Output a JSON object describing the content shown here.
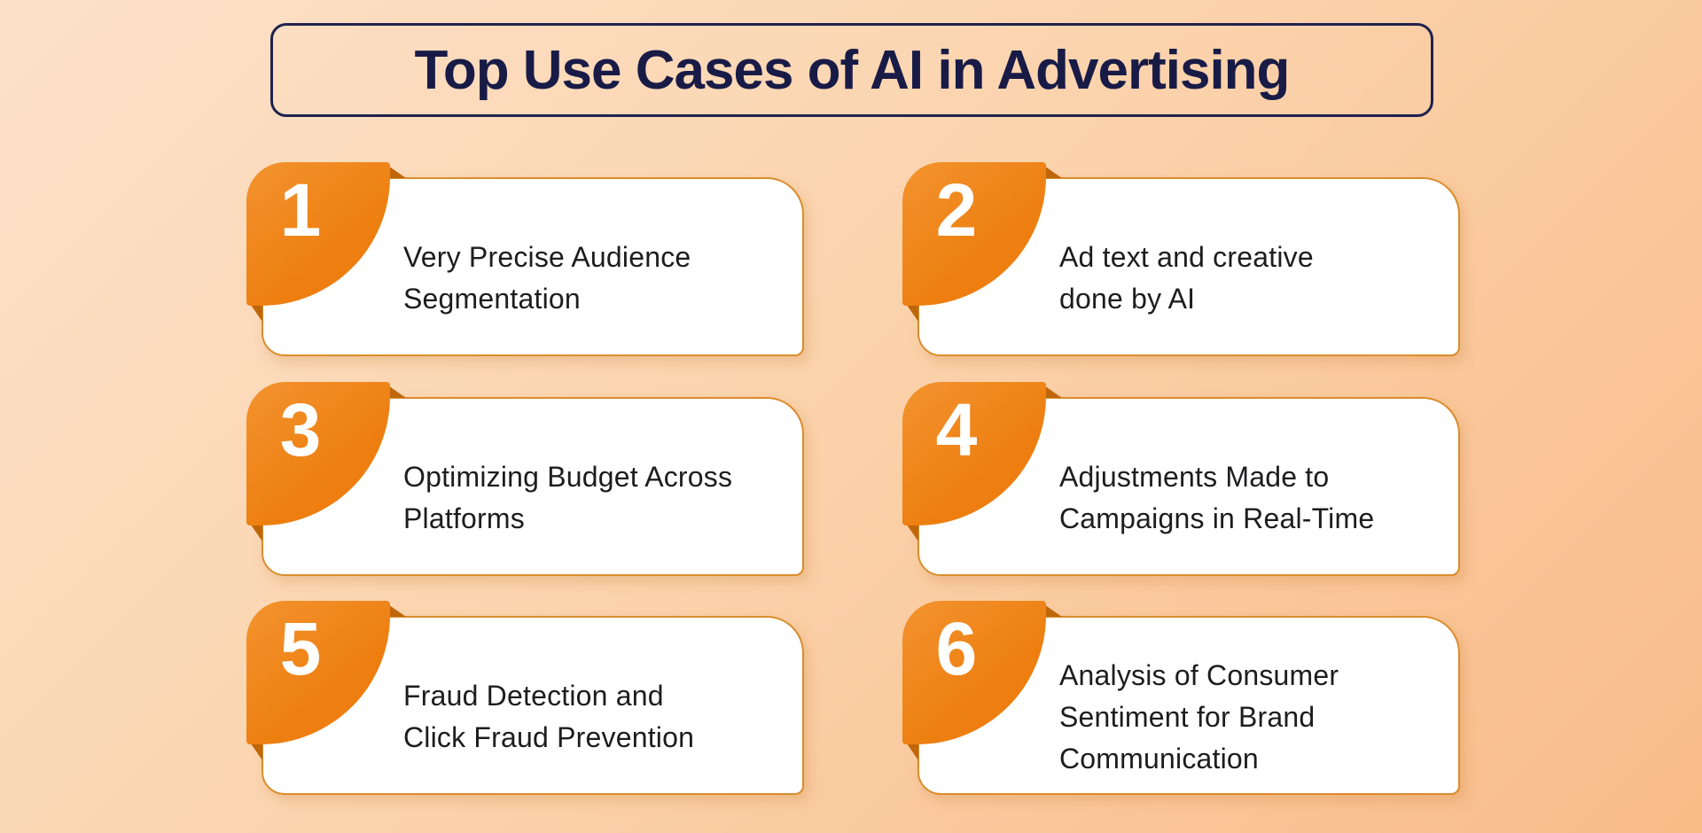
{
  "title": "Top Use Cases of AI in Advertising",
  "colors": {
    "background_start": "#FCE1C9",
    "background_end": "#F9BB88",
    "badge_orange": "#ED7E0F",
    "badge_fold_dark_orange": "#C0660A",
    "card_border_orange": "#D98D2C",
    "card_background": "#FFFFFF",
    "title_navy": "#191B47",
    "card_text": "#1D1D1F",
    "badge_number_white": "#FFFFFF"
  },
  "cards": [
    {
      "number": "1",
      "label": "Very Precise Audience\nSegmentation"
    },
    {
      "number": "2",
      "label": "Ad text and creative\ndone by AI"
    },
    {
      "number": "3",
      "label": "Optimizing Budget Across\nPlatforms"
    },
    {
      "number": "4",
      "label": "Adjustments Made to\nCampaigns in Real-Time"
    },
    {
      "number": "5",
      "label": "Fraud Detection and\nClick Fraud Prevention"
    },
    {
      "number": "6",
      "label": "Analysis of Consumer\nSentiment for Brand\nCommunication"
    }
  ]
}
